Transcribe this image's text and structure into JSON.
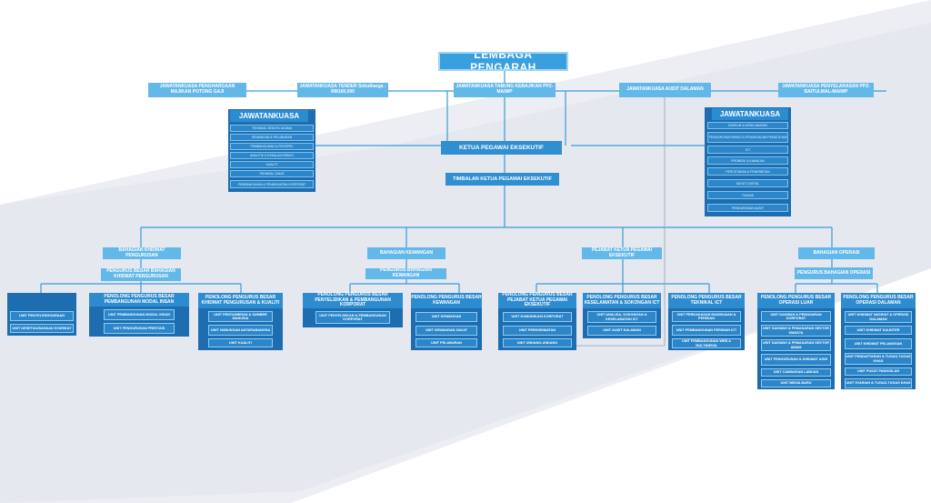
{
  "org": {
    "top": "LEMBAGA PENGARAH",
    "committees_row": [
      "JAWATANKUASA PENGHARGAAN MAJIKAN POTONG GAJI",
      "JAWATANKUASA TENDER Sebutharga - RM100,000",
      "JAWATANKUASA TABUNG KEBAJIKAN PPZ-MAIWP",
      "JAWATANKUASA AUDIT DALAMAN",
      "JAWATANKUASA PENYELARASAN PPZ-BAITULMAL-MAIWP"
    ],
    "left_panel": {
      "title": "JAWATANKUASA",
      "items": [
        "TEKNIKAL SEKUTU AGAMA",
        "KEWANGAN & PELABURAN",
        "PEMBANGUNAN & PROSPEK",
        "ANALITIK & ESKALASI RISIKO",
        "KUALITI",
        "TEKNIKAL ZAKAT",
        "PEMBANGUNAN & PENINGKATAN KORPORAT"
      ]
    },
    "right_panel": {
      "title": "JAWATANKUASA",
      "items": [
        "DISIPLIN & KESELAMATAN",
        "PENGURUSAN RISIKO & PEMANTAUAN PEMATUHAN",
        "ICT",
        "PROMOSI & KAWALAN",
        "PERCETAKAN & PENERBITAN",
        "SAHUT DIGITAL",
        "TUNJUK",
        "PENGURUSAN AUDIT"
      ]
    },
    "ceo": "KETUA PEGAWAI EKSEKUTIF",
    "deputy": "TIMBALAN KETUA PEGAWAI EKSEKUTIF",
    "divisions": [
      {
        "name": "BAHAGIAN KHIDMAT PENGURUSAN",
        "head": "PENGURUS BESAR BAHAGIAN KHIDMAT PENGURUSAN"
      },
      {
        "name": "BAHAGIAN KEWANGAN",
        "head": "PENGURUS BAHAGIAN KEWANGAN"
      },
      {
        "name": "PEJABAT KETUA PEGAWAI EKSEKUTIF",
        "head": ""
      },
      {
        "name": "BAHAGIAN OPERASI",
        "head": "PENGURUS BAHAGIAN OPERASI"
      }
    ],
    "cards": [
      {
        "title": "",
        "units": [
          "UNIT PENYELENGGARAAN",
          "UNIT KESETIAUSAHAAN SYARIKAT"
        ]
      },
      {
        "title": "PENOLONG PENGURUS BESAR PEMBANGUNAN MODAL INSAN",
        "units": [
          "UNIT PEMBANGUNAN MODAL INSAN",
          "UNIT PENGURUSAN PRESTASI"
        ]
      },
      {
        "title": "PENOLONG PENGURUS BESAR KHIDMAT PENGURUSAN & KUALITI",
        "units": [
          "UNIT PENTADBIRAN & SUMBER MANUSIA",
          "UNIT HUBUNGAN ANTARABANGSA",
          "UNIT KUALITI"
        ]
      },
      {
        "title": "PENOLONG PENGURUS BESAR PENYELIDIKAN & PEMBANGUNAN KORPORAT",
        "units": [
          "UNIT PENYELIDIKAN & PEMBANGUNAN KORPORAT"
        ]
      },
      {
        "title": "PENOLONG PENGURUS BESAR KEWANGAN",
        "units": [
          "UNIT KEWANGAN",
          "UNIT KEWANGAN ZAKAT",
          "UNIT PELABURAN"
        ]
      },
      {
        "title": "PENOLONG PENGURUS BESAR PEJABAT KETUA PEGAWAI EKSEKUTIF",
        "units": [
          "UNIT KOMUNIKASI KORPORAT",
          "UNIT PERKHIDMATAN",
          "UNIT UNDANG-UNDANG"
        ]
      },
      {
        "title": "PENOLONG PENGURUS BESAR KESELAMATAN & SOKONGAN ICT",
        "units": [
          "UNIT ANALISA, SOKONGAN & KESELAMATAN ICT",
          "UNIT AUDIT DALAMAN"
        ]
      },
      {
        "title": "PENOLONG PENGURUS BESAR TEKNIKAL ICT",
        "units": [
          "UNIT PERKAKASAN RANGKAIAN & PERISIAN",
          "UNIT PEMBANGUNAN PERISIAN ICT",
          "UNIT PEMBANGUNAN WEB & MULTIMEDIA"
        ]
      },
      {
        "title": "PENOLONG PENGURUS BESAR OPERASI LUAR",
        "units": [
          "UNIT DAKWAH & PEMASARAN KORPORAT",
          "UNIT DAKWAH & PEMASARAN SEKTOR SWASTA",
          "UNIT DAKWAH & PEMASARAN SEKTOR AWAM",
          "UNIT PENGURUSAN & KHIDMAT AGIH",
          "UNIT CAWANGAN LABUAN",
          "UNIT MEDIA BARU"
        ]
      },
      {
        "title": "PENOLONG PENGURUS BESAR OPERASI DALAMAN",
        "units": [
          "UNIT KHIDMAT NASIHAT & OPERASI DALAMAN",
          "UNIT KHIDMAT KAUNTER",
          "UNIT KHIDMAT PELANGGAN",
          "UNIT PENDAFTARAN & TUGAS-TUGAS KHAS",
          "UNIT PUSAT PANGGILAN",
          "UNIT SYARIAH & TUGAS-TUGAS KHAS"
        ]
      }
    ]
  },
  "colors": {
    "primary": "#2f8fd0",
    "dark": "#1e6db0",
    "light": "#63b8ea",
    "line": "#3a9ad9",
    "background_band": "#e9ebf2"
  }
}
